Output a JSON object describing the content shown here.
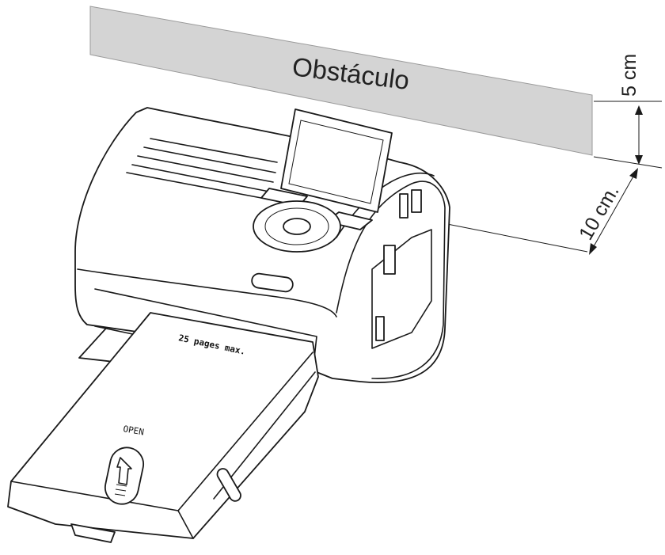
{
  "obstacle": {
    "label": "Obstáculo",
    "fill": "#d4d4d4"
  },
  "dimensions": {
    "top_clearance": "5 cm",
    "rear_clearance": "10 cm."
  },
  "printer": {
    "tray_capacity_label": "25 pages max.",
    "tray_open_label": "OPEN"
  },
  "colors": {
    "line": "#1a1a1a",
    "background": "#ffffff"
  }
}
